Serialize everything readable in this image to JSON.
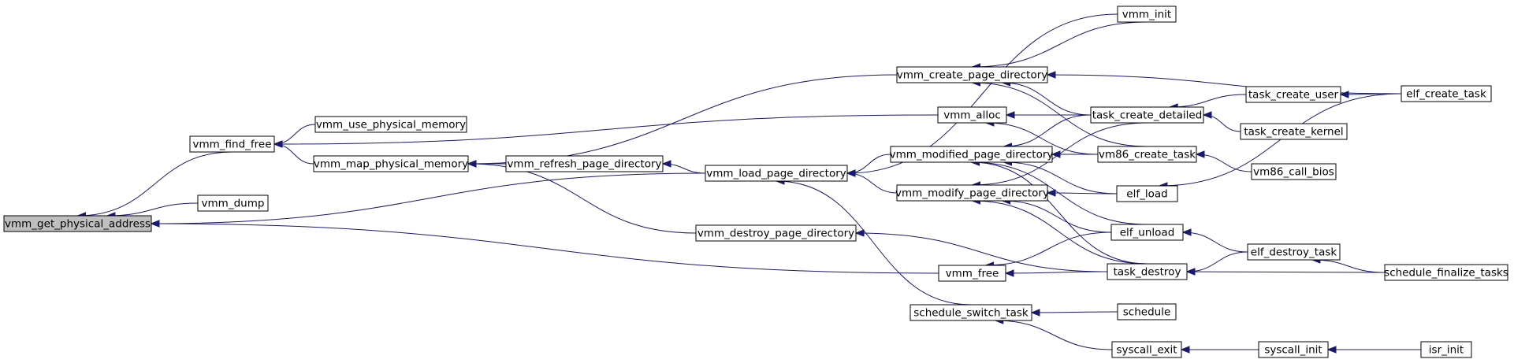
{
  "graph": {
    "title": "",
    "nodes": [
      {
        "id": "vmm_get_physical_address",
        "label": "vmm_get_physical_address",
        "highlighted": true
      },
      {
        "id": "vmm_find_free",
        "label": "vmm_find_free"
      },
      {
        "id": "vmm_dump",
        "label": "vmm_dump"
      },
      {
        "id": "vmm_use_physical_memory",
        "label": "vmm_use_physical_memory"
      },
      {
        "id": "vmm_map_physical_memory",
        "label": "vmm_map_physical_memory"
      },
      {
        "id": "vmm_refresh_page_directory",
        "label": "vmm_refresh_page_directory"
      },
      {
        "id": "vmm_load_page_directory",
        "label": "vmm_load_page_directory"
      },
      {
        "id": "vmm_destroy_page_directory",
        "label": "vmm_destroy_page_directory"
      },
      {
        "id": "vmm_create_page_directory",
        "label": "vmm_create_page_directory"
      },
      {
        "id": "vmm_alloc",
        "label": "vmm_alloc"
      },
      {
        "id": "vmm_modified_page_directory",
        "label": "vmm_modified_page_directory"
      },
      {
        "id": "vmm_modify_page_directory",
        "label": "vmm_modify_page_directory"
      },
      {
        "id": "vmm_free",
        "label": "vmm_free"
      },
      {
        "id": "schedule_switch_task",
        "label": "schedule_switch_task"
      },
      {
        "id": "vmm_init",
        "label": "vmm_init"
      },
      {
        "id": "task_create_detailed",
        "label": "task_create_detailed"
      },
      {
        "id": "vm86_create_task",
        "label": "vm86_create_task"
      },
      {
        "id": "elf_load",
        "label": "elf_load"
      },
      {
        "id": "elf_unload",
        "label": "elf_unload"
      },
      {
        "id": "task_destroy",
        "label": "task_destroy"
      },
      {
        "id": "schedule",
        "label": "schedule"
      },
      {
        "id": "syscall_exit",
        "label": "syscall_exit"
      },
      {
        "id": "task_create_user",
        "label": "task_create_user"
      },
      {
        "id": "task_create_kernel",
        "label": "task_create_kernel"
      },
      {
        "id": "vm86_call_bios",
        "label": "vm86_call_bios"
      },
      {
        "id": "elf_destroy_task",
        "label": "elf_destroy_task"
      },
      {
        "id": "syscall_init",
        "label": "syscall_init"
      },
      {
        "id": "elf_create_task",
        "label": "elf_create_task"
      },
      {
        "id": "schedule_finalize_tasks",
        "label": "schedule_finalize_tasks"
      },
      {
        "id": "isr_init",
        "label": "isr_init"
      }
    ],
    "edges": [
      {
        "from": "vmm_find_free",
        "to": "vmm_get_physical_address"
      },
      {
        "from": "vmm_dump",
        "to": "vmm_get_physical_address"
      },
      {
        "from": "vmm_load_page_directory",
        "to": "vmm_get_physical_address"
      },
      {
        "from": "vmm_free",
        "to": "vmm_get_physical_address"
      },
      {
        "from": "vmm_map_physical_memory",
        "to": "vmm_find_free"
      },
      {
        "from": "vmm_use_physical_memory",
        "to": "vmm_find_free"
      },
      {
        "from": "vmm_alloc",
        "to": "vmm_find_free"
      },
      {
        "from": "vmm_refresh_page_directory",
        "to": "vmm_map_physical_memory"
      },
      {
        "from": "vmm_create_page_directory",
        "to": "vmm_map_physical_memory"
      },
      {
        "from": "vmm_destroy_page_directory",
        "to": "vmm_map_physical_memory"
      },
      {
        "from": "vmm_load_page_directory",
        "to": "vmm_refresh_page_directory"
      },
      {
        "from": "vmm_init",
        "to": "vmm_load_page_directory"
      },
      {
        "from": "vmm_modified_page_directory",
        "to": "vmm_load_page_directory"
      },
      {
        "from": "vmm_modify_page_directory",
        "to": "vmm_load_page_directory"
      },
      {
        "from": "schedule_switch_task",
        "to": "vmm_load_page_directory"
      },
      {
        "from": "task_destroy",
        "to": "vmm_destroy_page_directory"
      },
      {
        "from": "vmm_init",
        "to": "vmm_create_page_directory"
      },
      {
        "from": "task_create_detailed",
        "to": "vmm_create_page_directory"
      },
      {
        "from": "vm86_create_task",
        "to": "vmm_create_page_directory"
      },
      {
        "from": "elf_create_task",
        "to": "vmm_create_page_directory"
      },
      {
        "from": "task_create_detailed",
        "to": "vmm_alloc"
      },
      {
        "from": "vm86_create_task",
        "to": "vmm_alloc"
      },
      {
        "from": "task_create_detailed",
        "to": "vmm_modified_page_directory"
      },
      {
        "from": "vm86_create_task",
        "to": "vmm_modified_page_directory"
      },
      {
        "from": "elf_load",
        "to": "vmm_modified_page_directory"
      },
      {
        "from": "elf_unload",
        "to": "vmm_modified_page_directory"
      },
      {
        "from": "task_destroy",
        "to": "vmm_modified_page_directory"
      },
      {
        "from": "task_create_detailed",
        "to": "vmm_modify_page_directory"
      },
      {
        "from": "elf_load",
        "to": "vmm_modify_page_directory"
      },
      {
        "from": "elf_unload",
        "to": "vmm_modify_page_directory"
      },
      {
        "from": "task_destroy",
        "to": "vmm_modify_page_directory"
      },
      {
        "from": "elf_unload",
        "to": "vmm_free"
      },
      {
        "from": "task_destroy",
        "to": "vmm_free"
      },
      {
        "from": "schedule",
        "to": "schedule_switch_task"
      },
      {
        "from": "syscall_exit",
        "to": "schedule_switch_task"
      },
      {
        "from": "task_create_user",
        "to": "task_create_detailed"
      },
      {
        "from": "task_create_kernel",
        "to": "task_create_detailed"
      },
      {
        "from": "vm86_call_bios",
        "to": "vm86_create_task"
      },
      {
        "from": "elf_create_task",
        "to": "elf_load"
      },
      {
        "from": "elf_destroy_task",
        "to": "elf_unload"
      },
      {
        "from": "elf_destroy_task",
        "to": "task_destroy"
      },
      {
        "from": "schedule_finalize_tasks",
        "to": "task_destroy"
      },
      {
        "from": "syscall_init",
        "to": "syscall_exit"
      },
      {
        "from": "elf_create_task",
        "to": "task_create_user"
      },
      {
        "from": "schedule_finalize_tasks",
        "to": "elf_destroy_task"
      },
      {
        "from": "isr_init",
        "to": "syscall_init"
      }
    ]
  }
}
